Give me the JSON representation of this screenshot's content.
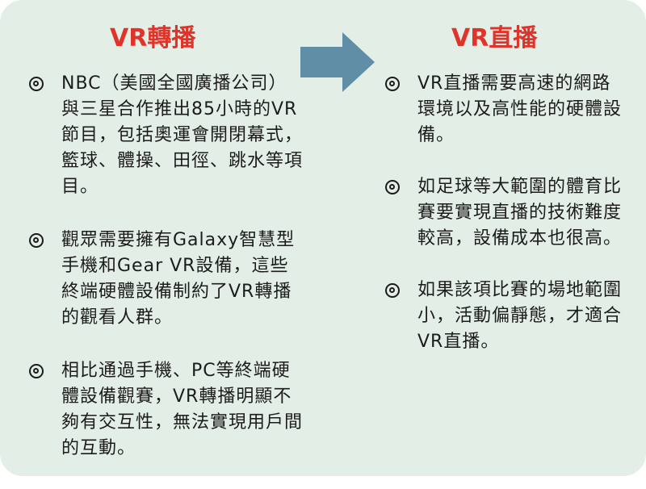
{
  "left": {
    "title": "VR轉播",
    "items": [
      "NBC（美國全國廣播公司）與三星合作推出85小時的VR節目，包括奧運會開閉幕式，籃球、體操、田徑、跳水等項目。",
      "觀眾需要擁有Galaxy智慧型手機和Gear VR設備，這些終端硬體設備制約了VR轉播的觀看人群。",
      "相比通過手機、PC等終端硬體設備觀賽，VR轉播明顯不夠有交互性，無法實現用戶間的互動。"
    ]
  },
  "right": {
    "title": "VR直播",
    "items": [
      "VR直播需要高速的網路環境以及高性能的硬體設備。",
      "如足球等大範圍的體育比賽要實現直播的技術難度較高，設備成本也很高。",
      "如果該項比賽的場地範圍小，活動偏靜態，才適合VR直播。"
    ]
  },
  "colors": {
    "background": "#e3eee6",
    "title": "#e0342a",
    "arrow": "#5f8ea6",
    "text": "#1c1c1c"
  },
  "icons": {
    "bullet": "double-circle-bullet-icon",
    "arrow": "right-arrow-icon"
  }
}
